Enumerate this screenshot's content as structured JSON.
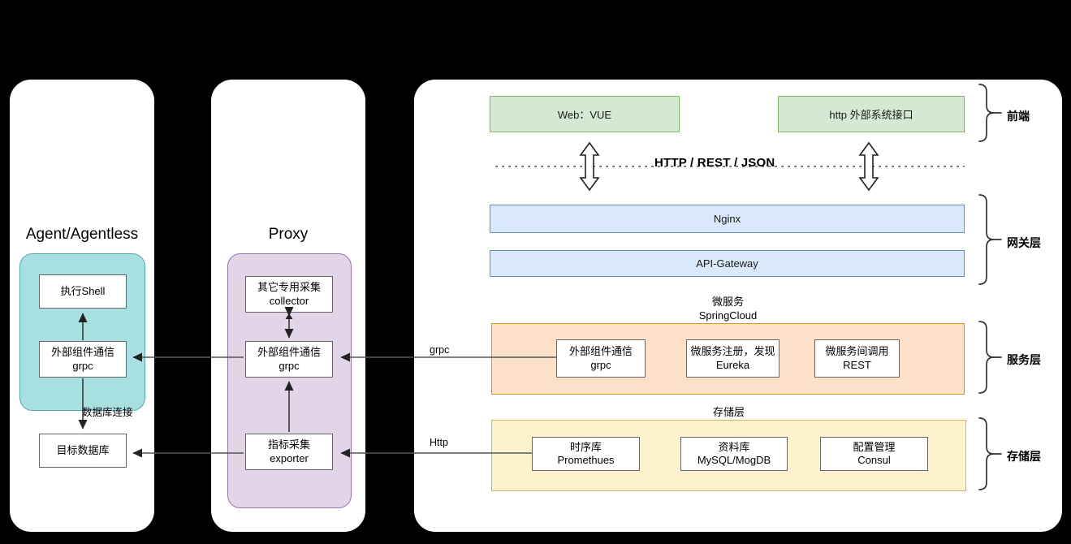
{
  "diagram": {
    "title_left": "Agent/Agentless",
    "title_middle": "Proxy"
  },
  "colors": {
    "green_fill": "#d5e8d4",
    "green_stroke": "#82b366",
    "blue_fill": "#dae8fc",
    "blue_stroke": "#6c8ebf",
    "orange_fill": "#fce0c8",
    "orange_stroke": "#d79b00",
    "yellow_fill": "#fdf2ce",
    "yellow_stroke": "#d6b656",
    "teal_fill": "#a8dfe0",
    "teal_stroke": "#57a8ad",
    "purple_fill": "#e1d5e7",
    "purple_stroke": "#9673a6",
    "box_stroke": "#666666",
    "panel_bg": "#ffffff",
    "page_bg": "#000000"
  },
  "agent_panel": {
    "title": "Agent/Agentless",
    "nodes": [
      {
        "name": "exec-shell",
        "line1": "执行Shell",
        "line2": ""
      },
      {
        "name": "external-comm-grpc",
        "line1": "外部组件通信",
        "line2": "grpc"
      },
      {
        "name": "target-database",
        "line1": "目标数据库",
        "line2": ""
      }
    ],
    "edge_label": "数据库连接"
  },
  "proxy_panel": {
    "title": "Proxy",
    "nodes": [
      {
        "name": "other-collector",
        "line1": "其它专用采集",
        "line2": "collector"
      },
      {
        "name": "external-comm-grpc",
        "line1": "外部组件通信",
        "line2": "grpc"
      },
      {
        "name": "metric-exporter",
        "line1": "指标采集",
        "line2": "exporter"
      }
    ]
  },
  "connections": {
    "grpc": "grpc",
    "http": "Http"
  },
  "platform_panel": {
    "frontend": {
      "boxes": [
        {
          "name": "web-vue",
          "label": "Web：VUE"
        },
        {
          "name": "http-external-api",
          "label": "http 外部系统接口"
        }
      ],
      "layer_label": "前端"
    },
    "protocol_line": {
      "label": "HTTP / REST / JSON"
    },
    "gateway": {
      "boxes": [
        {
          "name": "nginx",
          "label": "Nginx"
        },
        {
          "name": "api-gateway",
          "label": "API-Gateway"
        }
      ],
      "layer_label": "网关层"
    },
    "service": {
      "caption_line1": "微服务",
      "caption_line2": "SpringCloud",
      "boxes": [
        {
          "name": "external-comm-grpc",
          "line1": "外部组件通信",
          "line2": "grpc"
        },
        {
          "name": "service-registry-eureka",
          "line1": "微服务注册，发现",
          "line2": "Eureka"
        },
        {
          "name": "inter-service-rest",
          "line1": "微服务间调用",
          "line2": "REST"
        }
      ],
      "layer_label": "服务层"
    },
    "storage": {
      "caption_line1": "存储层",
      "boxes": [
        {
          "name": "tsdb-promethues",
          "line1": "时序库",
          "line2": "Promethues"
        },
        {
          "name": "database-mysql-mogdb",
          "line1": "资料库",
          "line2": "MySQL/MogDB"
        },
        {
          "name": "config-consul",
          "line1": "配置管理",
          "line2": "Consul"
        }
      ],
      "layer_label": "存储层"
    }
  }
}
